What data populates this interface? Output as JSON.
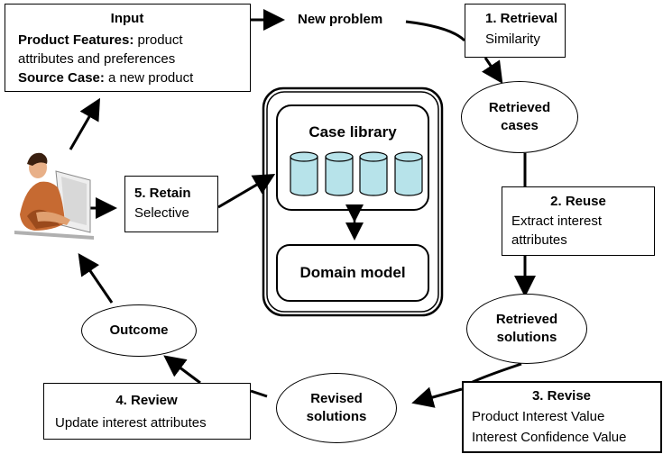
{
  "input": {
    "title": "Input",
    "product_features_label": "Product Features:",
    "product_features_text": " product",
    "product_features_line2": "attributes and preferences",
    "source_case_label": "Source Case:",
    "source_case_text": " a new product"
  },
  "new_problem": "New problem",
  "retrieval": {
    "title": "1. Retrieval",
    "subtitle": "Similarity"
  },
  "retrieved_cases": {
    "line1": "Retrieved",
    "line2": "cases"
  },
  "reuse": {
    "title": "2. Reuse",
    "line1": "Extract interest",
    "line2": "attributes"
  },
  "retrieved_solutions": {
    "line1": "Retrieved",
    "line2": "solutions"
  },
  "revise": {
    "title": "3. Revise",
    "line1": "Product Interest Value",
    "line2": "Interest Confidence Value"
  },
  "revised_solutions": {
    "line1": "Revised",
    "line2": "solutions"
  },
  "review": {
    "title": "4. Review",
    "subtitle": "Update interest attributes"
  },
  "outcome": "Outcome",
  "retain": {
    "title": "5. Retain",
    "subtitle": "Selective"
  },
  "case_library": "Case library",
  "domain_model": "Domain model",
  "colors": {
    "cylinder_fill": "#b7e3ea",
    "stroke": "#000000"
  },
  "icons": {
    "user": "person-at-computer-icon"
  }
}
